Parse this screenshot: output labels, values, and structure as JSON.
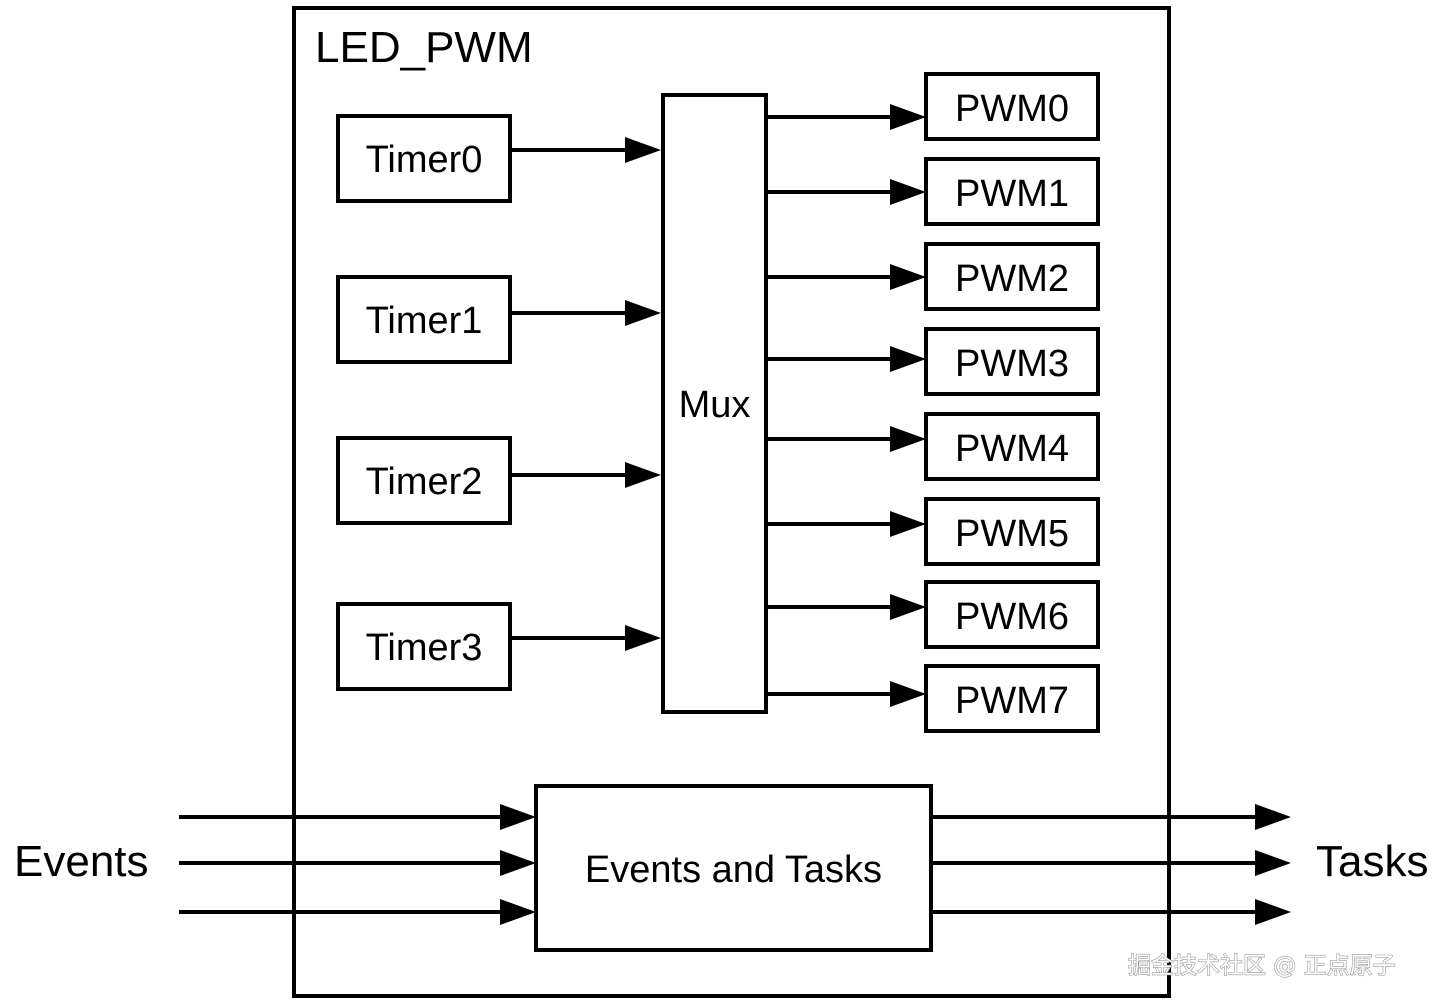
{
  "module_title": "LED_PWM",
  "timers": [
    "Timer0",
    "Timer1",
    "Timer2",
    "Timer3"
  ],
  "mux_label": "Mux",
  "pwm_outputs": [
    "PWM0",
    "PWM1",
    "PWM2",
    "PWM3",
    "PWM4",
    "PWM5",
    "PWM6",
    "PWM7"
  ],
  "events_block_label": "Events and Tasks",
  "input_label": "Events",
  "output_label": "Tasks",
  "watermark": "掘金技术社区 @ 正点原子"
}
